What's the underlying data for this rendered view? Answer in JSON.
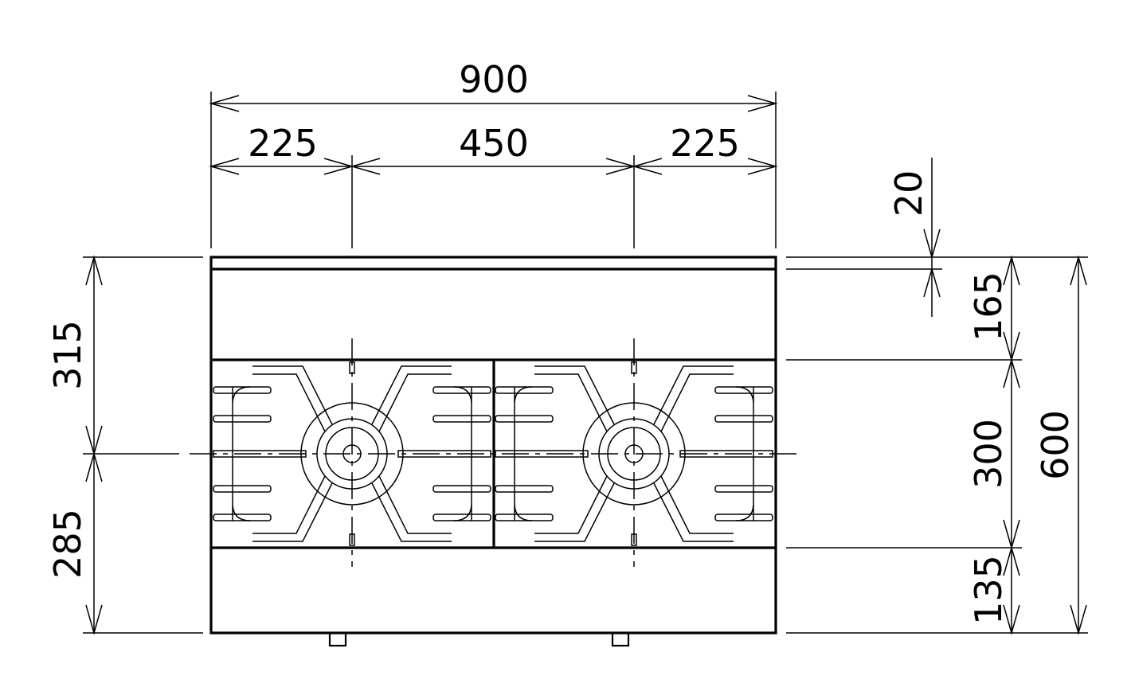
{
  "diagram": {
    "dimensions": {
      "overall_width": "900",
      "left_offset": "225",
      "burner_spacing": "450",
      "right_offset": "225",
      "top_rim": "20",
      "back_panel_depth": "165",
      "grate_depth": "300",
      "front_panel_depth": "135",
      "overall_depth": "600",
      "back_to_burner_center": "315",
      "burner_center_to_front": "285"
    },
    "burners": [
      {
        "name": "left-burner"
      },
      {
        "name": "right-burner"
      }
    ],
    "colors": {
      "line": "#000000",
      "background": "#ffffff"
    }
  }
}
